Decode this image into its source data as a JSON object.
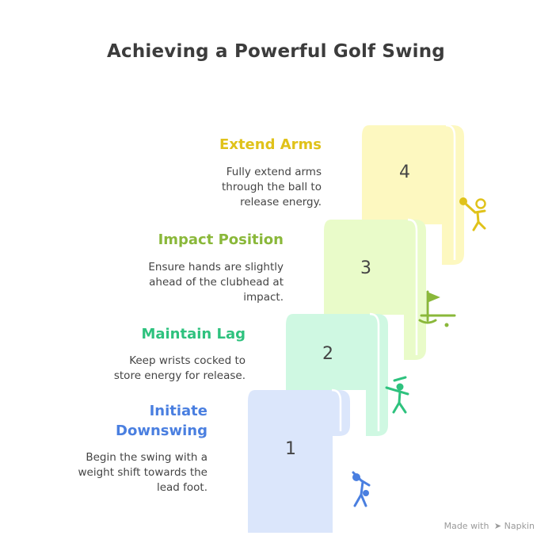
{
  "title": "Achieving a Powerful Golf Swing",
  "steps": [
    {
      "number": "1",
      "title": "Initiate Downswing",
      "title_lines": [
        "Initiate",
        "Downswing"
      ],
      "description_lines": [
        "Begin the swing with a",
        "weight shift towards the",
        "lead foot."
      ],
      "color": "#4a7fe0",
      "fill": "#dbe6fb",
      "icon": "golfer-swing-icon"
    },
    {
      "number": "2",
      "title": "Maintain Lag",
      "description_lines": [
        "Keep wrists cocked to",
        "store energy for release."
      ],
      "color": "#2ec27e",
      "fill": "#cff8e2",
      "icon": "golfer-backswing-icon"
    },
    {
      "number": "3",
      "title": "Impact Position",
      "description_lines": [
        "Ensure hands are slightly",
        "ahead of the clubhead at",
        "impact."
      ],
      "color": "#8ab83a",
      "fill": "#e9fbc9",
      "icon": "golf-flag-hole-icon"
    },
    {
      "number": "4",
      "title": "Extend Arms",
      "description_lines": [
        "Fully extend arms",
        "through the ball to",
        "release energy."
      ],
      "color": "#e0c21a",
      "fill": "#fdf8c0",
      "icon": "golfer-follow-through-icon"
    }
  ],
  "footer": {
    "made_with": "Made with",
    "brand": "Napkin"
  }
}
